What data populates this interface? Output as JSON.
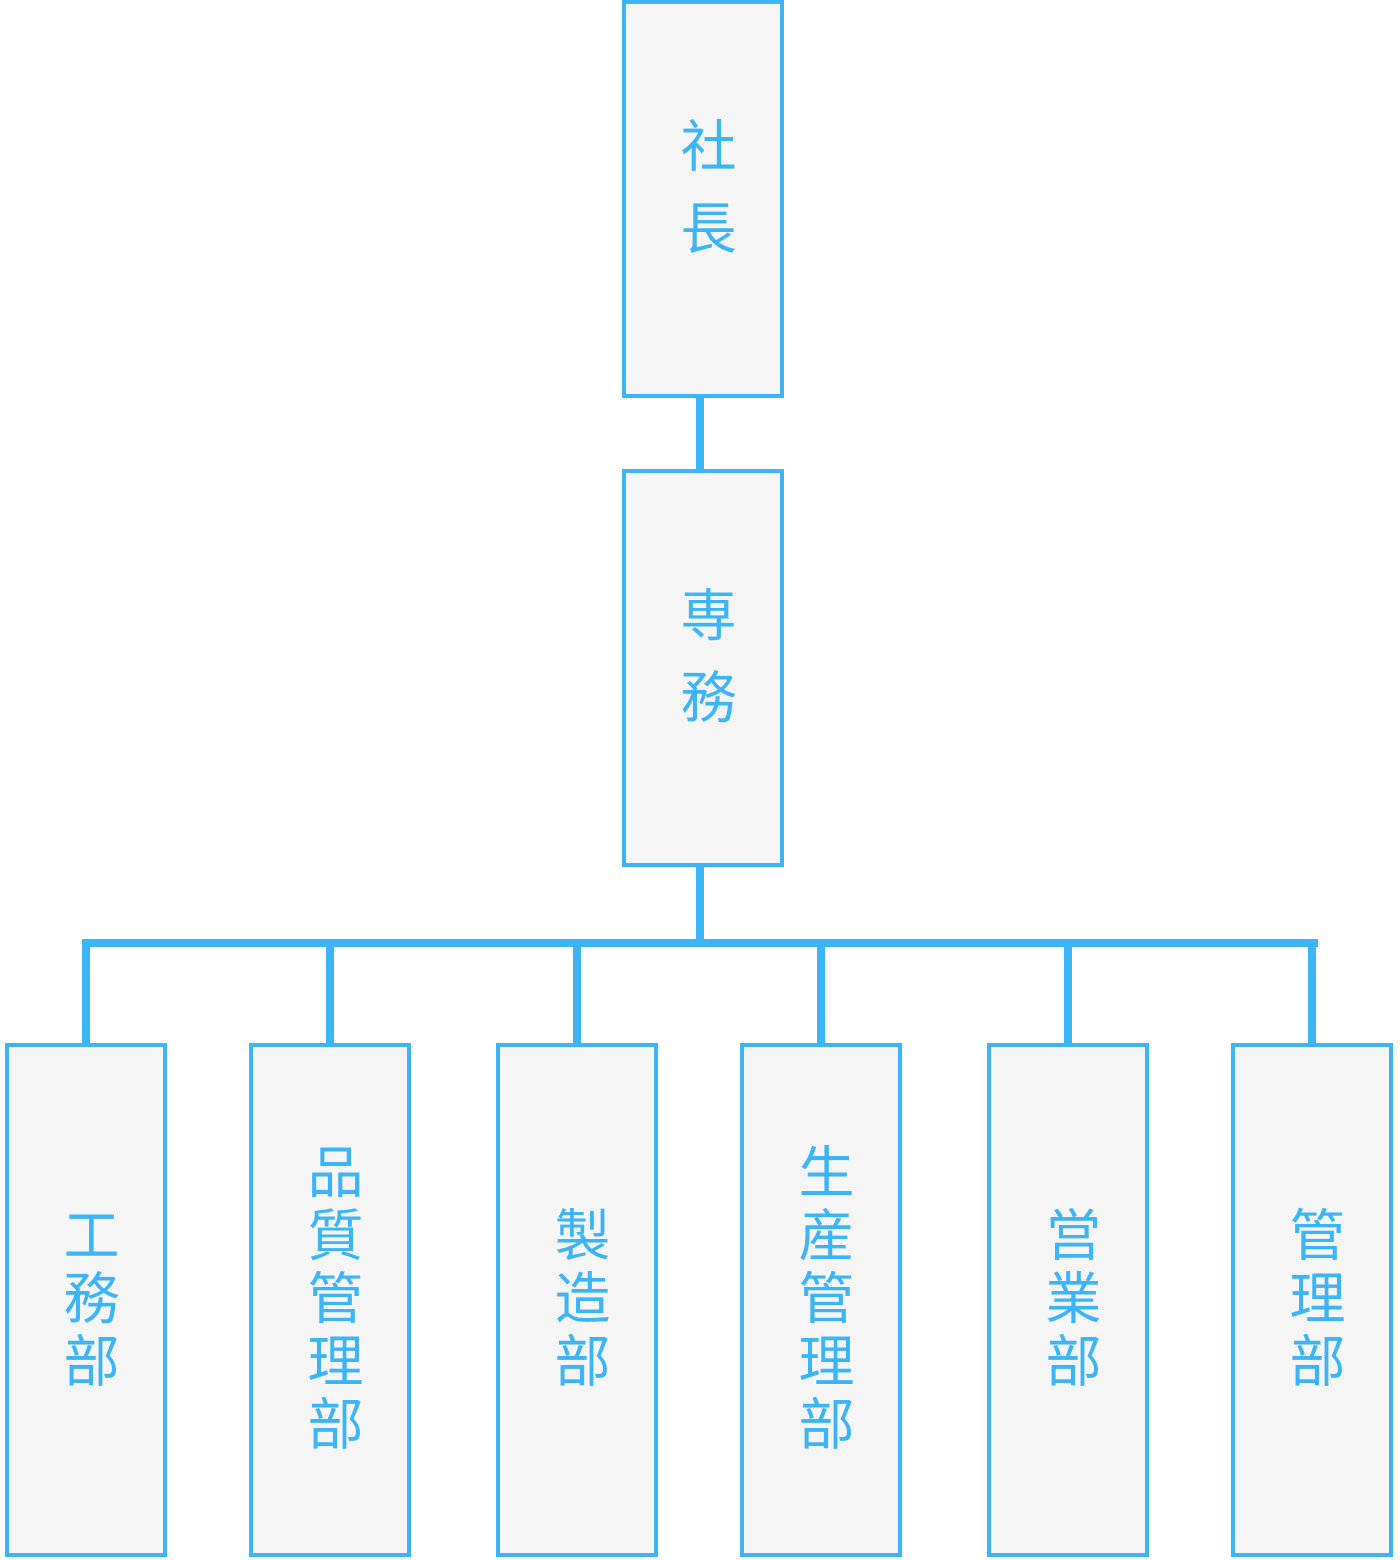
{
  "colors": {
    "accent": "#3cb4f8",
    "box_fill": "#f5f5f5"
  },
  "top": {
    "president": "社長",
    "managing_director": "専務"
  },
  "departments": [
    "工務部",
    "品質管理部",
    "製造部",
    "生産管理部",
    "営業部",
    "管理部"
  ]
}
